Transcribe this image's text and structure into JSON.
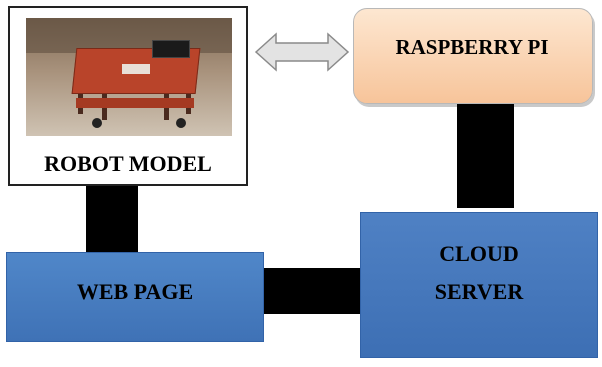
{
  "diagram": {
    "nodes": [
      {
        "id": "robot-model",
        "label": "ROBOT MODEL"
      },
      {
        "id": "raspberry-pi",
        "label": "RASPBERRY PI"
      },
      {
        "id": "cloud-server",
        "label_lines": [
          "CLOUD",
          "SERVER"
        ]
      },
      {
        "id": "web-page",
        "label": "WEB PAGE"
      }
    ],
    "edges": [
      {
        "from": "robot-model",
        "to": "raspberry-pi",
        "style": "double-arrow"
      },
      {
        "from": "raspberry-pi",
        "to": "cloud-server",
        "style": "thick-line"
      },
      {
        "from": "cloud-server",
        "to": "web-page",
        "style": "thick-line"
      },
      {
        "from": "web-page",
        "to": "robot-model",
        "style": "thick-line"
      }
    ],
    "colors": {
      "robot_box": "#ffffff",
      "raspberry_fill": "#f9d4b0",
      "cloud_fill": "#4575bb",
      "webpage_fill": "#4a7fc3",
      "connector": "#000000",
      "arrow_fill": "#e3e3e3"
    }
  }
}
